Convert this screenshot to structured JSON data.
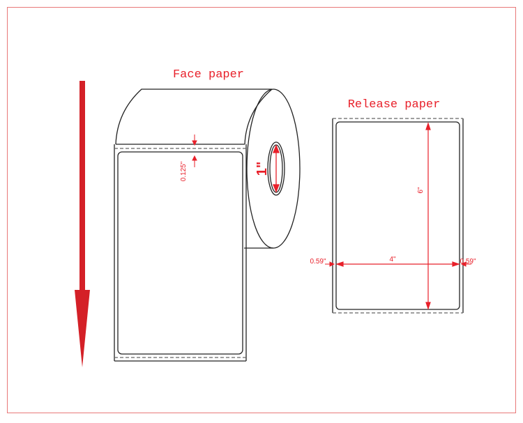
{
  "labels": {
    "face_paper": "Face paper",
    "release_paper": "Release paper",
    "core_diameter": "1\"",
    "gap": "0.125\"",
    "height": "6\"",
    "width": "4\"",
    "margin_left": "0.59\"",
    "margin_right": "0.59\""
  },
  "colors": {
    "accent": "#e8202a",
    "arrow": "#d42027",
    "border": "#e87878",
    "line": "#222222",
    "dash": "#666666"
  }
}
